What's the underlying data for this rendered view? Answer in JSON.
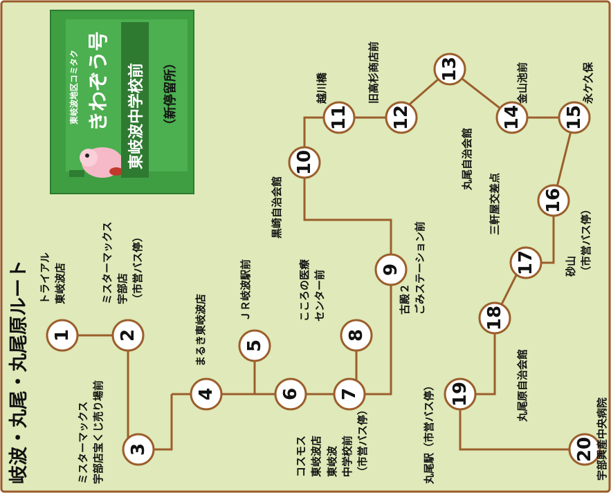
{
  "title": "岐波・丸尾・丸尾原ルート",
  "brand": {
    "org": "東岐波地区コミタク",
    "name": "きわぞう号",
    "new_stop_name": "東岐波中学校前",
    "new_stop_note": "（新停留所）"
  },
  "colors": {
    "background": "#dfe9b9",
    "route": "#9b5e2b",
    "brand_green": "#3f9e42"
  },
  "stops": [
    {
      "number": "1",
      "lines": [
        "トライアル",
        "東岐波店"
      ]
    },
    {
      "number": "2",
      "lines": [
        "ミスターマックス",
        "宇部店",
        "（市営バス停）"
      ]
    },
    {
      "number": "3",
      "lines": [
        "ミスターマックス",
        "宇部店宝くじ売り場前"
      ]
    },
    {
      "number": "4",
      "lines": [
        "まるき東岐波店"
      ]
    },
    {
      "number": "5",
      "lines": [
        "ＪＲ岐波駅前"
      ]
    },
    {
      "number": "6",
      "lines": [
        "コスモス",
        "東岐波店"
      ]
    },
    {
      "number": "7",
      "lines": [
        "東岐波",
        "中学校前",
        "（市営バス停）"
      ]
    },
    {
      "number": "8",
      "lines": [
        "こころの医療",
        "センター前"
      ]
    },
    {
      "number": "9",
      "lines": [
        "古殿２",
        "ごみステーション前"
      ]
    },
    {
      "number": "10",
      "lines": [
        "黒崎自治会館"
      ]
    },
    {
      "number": "11",
      "lines": [
        "越川橋"
      ]
    },
    {
      "number": "12",
      "lines": [
        "旧高杉商店前"
      ]
    },
    {
      "number": "13",
      "lines": [
        "丸尾自治会館"
      ]
    },
    {
      "number": "14",
      "lines": [
        "金山池前"
      ]
    },
    {
      "number": "15",
      "lines": [
        "永ケ久保"
      ]
    },
    {
      "number": "16",
      "lines": [
        "砂山",
        "（市営バス停）"
      ]
    },
    {
      "number": "17",
      "lines": [
        "三軒屋交差点"
      ]
    },
    {
      "number": "18",
      "lines": [
        "丸尾原自治会館"
      ]
    },
    {
      "number": "19",
      "lines": [
        "丸尾駅（市営バス停）"
      ]
    },
    {
      "number": "20",
      "lines": [
        "宇部興産中央病院"
      ]
    }
  ]
}
